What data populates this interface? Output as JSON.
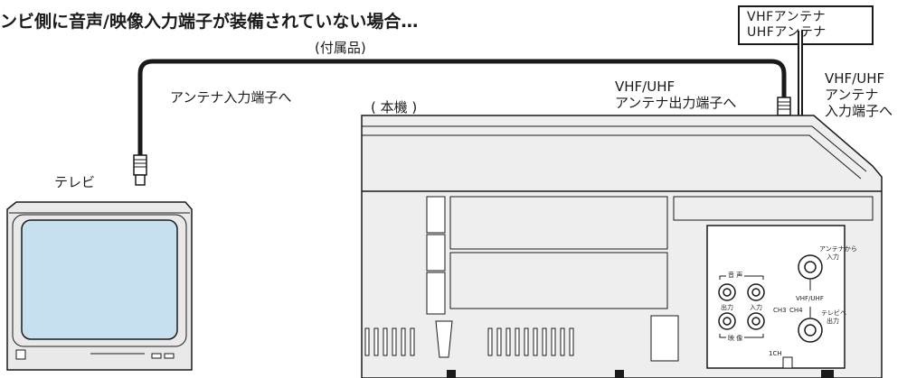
{
  "title": "ンビ側に音声/映像入力端子が装備されていない場合…",
  "accessory_label": "(付属品)",
  "antenna_input_label": "アンテナ入力端子へ",
  "tv_label": "テレビ",
  "main_unit_label": "( 本機 )",
  "vhf_uhf_output_label": [
    "VHF/UHF",
    "アンテナ出力端子へ"
  ],
  "antenna_box": [
    "VHFアンテナ",
    "UHFアンテナ"
  ],
  "vhf_uhf_input_label": [
    "VHF/UHF",
    "アンテナ",
    "入力端子へ"
  ],
  "panel": {
    "antenna_in": [
      "アンテナから",
      "入力"
    ],
    "vhf_uhf": "VHF/UHF",
    "tv_out": [
      "テレビへ",
      "出力"
    ],
    "audio": "音 声",
    "video": "映 像",
    "out": "出力",
    "in": "入力",
    "ch3": "CH3",
    "ch4": "CH4",
    "ch_switch": "1CH"
  }
}
